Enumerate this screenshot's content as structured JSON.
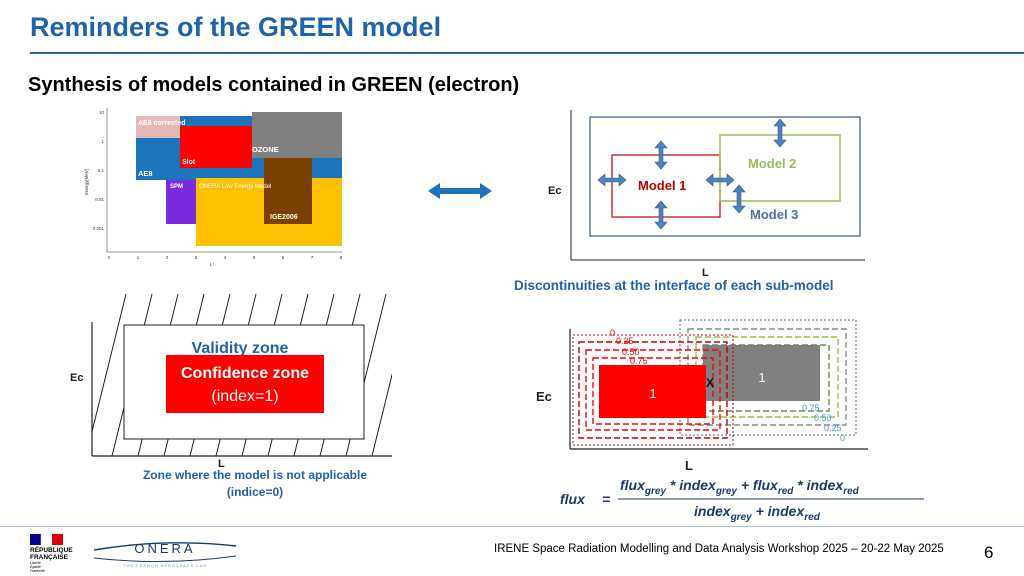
{
  "title": "Reminders of the GREEN model",
  "subtitle": "Synthesis of models contained in GREEN (electron)",
  "panel_models": {
    "y_axis_label": "Energy[MeV]",
    "x_axis_label": "L*",
    "y_ticks": [
      "10",
      "1",
      "0.1",
      "0.01",
      "0.001"
    ],
    "x_ticks": [
      "0",
      "1",
      "2",
      "3",
      "4",
      "5",
      "6",
      "7",
      "8"
    ],
    "regions": {
      "ae8_corrected": "AE8 corrected",
      "slot": "Slot",
      "ozone": "OZONE",
      "ae8": "AE8",
      "spm": "SPM",
      "onera_low": "ONERA Low Energy Model",
      "ige2006": "IGE2006"
    }
  },
  "panel_submodels": {
    "y_axis_label": "Ec",
    "x_axis_label": "L",
    "model1": "Model 1",
    "model2": "Model 2",
    "model3": "Model 3",
    "caption": "Discontinuities at the interface of each sub-model"
  },
  "panel_validity": {
    "y_axis_label": "Ec",
    "x_axis_label": "L",
    "validity_zone": "Validity zone",
    "confidence_zone": "Confidence zone",
    "confidence_index": "(index=1)",
    "caption_line1": "Zone where the model is not applicable",
    "caption_line2": "(indice=0)"
  },
  "panel_index": {
    "y_axis_label": "Ec",
    "x_axis_label": "L",
    "red_levels": [
      "0",
      "0.25",
      "0.50",
      "0.75"
    ],
    "grey_levels": [
      "0.75",
      "0.50",
      "0.25",
      "0"
    ],
    "red_value": "1",
    "grey_value": "1",
    "cross": "X",
    "formula": {
      "lhs": "flux",
      "num_flux_grey": "flux",
      "num_index_grey": "index",
      "num_flux_red": "flux",
      "num_index_red": "index",
      "den_index_grey": "index",
      "den_index_red": "index",
      "sub_grey": "grey",
      "sub_red": "red"
    }
  },
  "footer": {
    "text": "IRENE Space Radiation Modelling and Data Analysis Workshop 2025 – 20-22 May 2025",
    "page": "6",
    "rf_line1": "RÉPUBLIQUE",
    "rf_line2": "FRANÇAISE",
    "rf_motto": [
      "Liberté",
      "Égalité",
      "Fraternité"
    ],
    "onera_logo": "ONERA",
    "onera_tagline": "THE FRENCH AEROSPACE LAB"
  },
  "colors": {
    "title_blue": "#1f63a8",
    "blue_region": "#1e74bb",
    "red": "#ff0000",
    "grey": "#808080",
    "gold": "#ffc000",
    "brown": "#7b3f00",
    "purple": "#7a2be0",
    "pink": "#e6b9b8",
    "model1": "#c00000",
    "model2": "#9bbb59",
    "model3": "#4f6fa8"
  }
}
